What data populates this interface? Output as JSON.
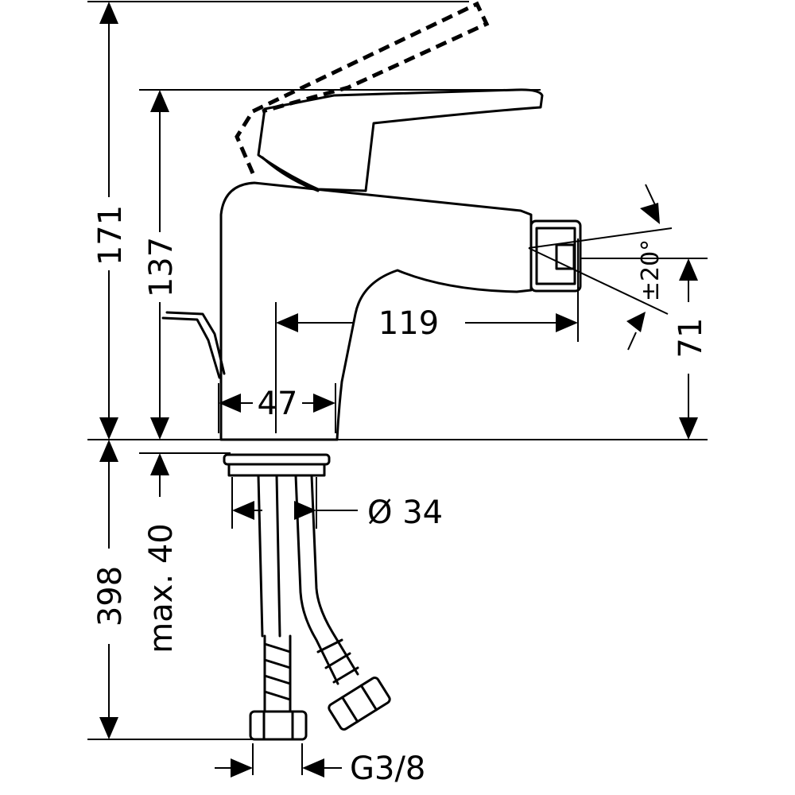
{
  "dimensions": {
    "height_total": "171",
    "height_lever": "137",
    "spout_reach": "119",
    "body_width": "47",
    "spout_height": "71",
    "spout_angle": "±20°",
    "hole_diameter": "Ø 34",
    "hose_length": "398",
    "max_thickness": "max. 40",
    "connection": "G3/8"
  }
}
